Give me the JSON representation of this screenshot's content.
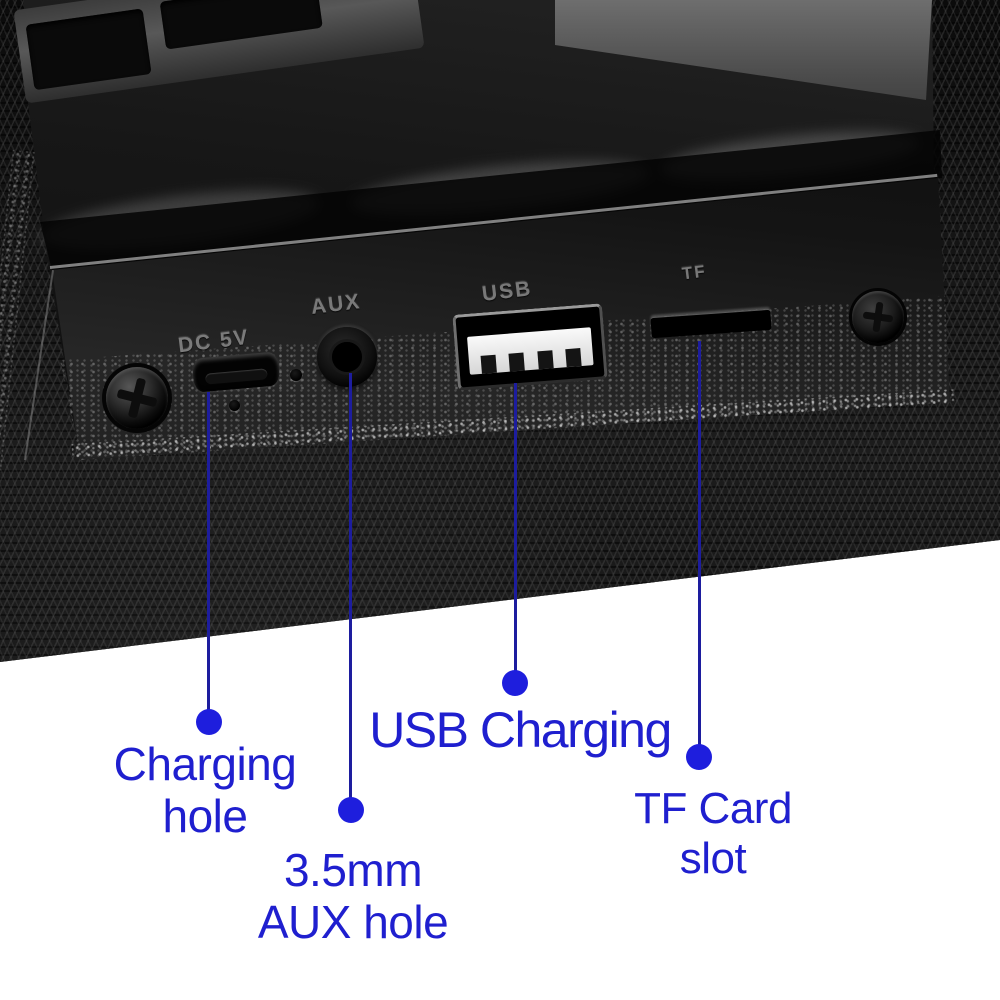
{
  "canvas": {
    "background_color": "#ffffff"
  },
  "device": {
    "engraved_labels": {
      "charging_port": "DC 5V",
      "aux_jack": "AUX",
      "usb_port": "USB",
      "tf_slot": "TF"
    }
  },
  "annotations": {
    "text_color": "#1f1fcf",
    "line_color": "#1d1d9e",
    "dot_color": "#1e1edd",
    "items": [
      {
        "id": "charging-hole",
        "text": "Charging\nhole"
      },
      {
        "id": "aux-hole",
        "text": "3.5mm\nAUX hole"
      },
      {
        "id": "usb-charging",
        "text": "USB Charging"
      },
      {
        "id": "tf-card-slot",
        "text": "TF Card\nslot"
      }
    ]
  }
}
